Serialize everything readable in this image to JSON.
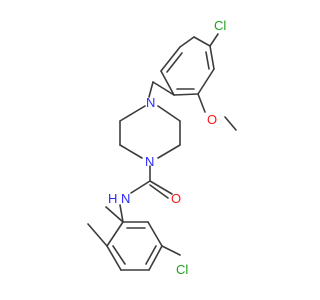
{
  "molecule": {
    "atoms": {
      "cl_top": {
        "symbol": "Cl",
        "color": "#1fa01f"
      },
      "n_pip_top": {
        "symbol": "N",
        "color": "#2a2aff"
      },
      "o_methoxy": {
        "symbol": "O",
        "color": "#ff1a1a"
      },
      "n_pip_bottom": {
        "symbol": "N",
        "color": "#2a2aff"
      },
      "o_carbonyl": {
        "symbol": "O",
        "color": "#ff1a1a"
      },
      "nh_amide": {
        "symbol": "N",
        "color": "#2a2aff"
      },
      "h_amide": {
        "symbol": "H",
        "color": "#2a2aff"
      },
      "cl_bottom": {
        "symbol": "Cl",
        "color": "#1fa01f"
      }
    },
    "bond_color": "#3c3c3c",
    "background": "#ffffff"
  }
}
